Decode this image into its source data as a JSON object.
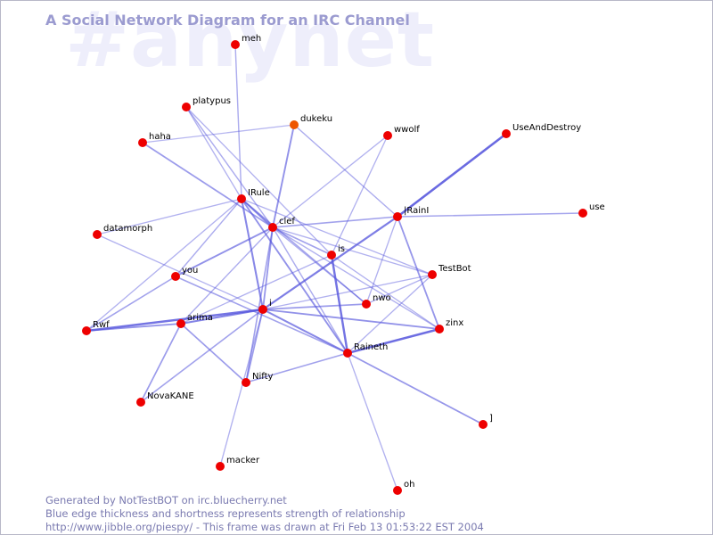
{
  "title": "A Social Network Diagram for an IRC Channel",
  "watermark": "#anynet",
  "footer": {
    "line1": "Generated by NotTestBOT on irc.bluecherry.net",
    "line2": "Blue edge thickness and shortness represents strength of relationship",
    "line3": "http://www.jibble.org/piespy/ - This frame was drawn at Fri Feb 13 01:53:22 EST 2004"
  },
  "colors": {
    "node": "#ee0000",
    "node_highlight": "#ee5500",
    "edge": "#5555dd",
    "title": "#9b9bd0",
    "watermark": "#eeeefb",
    "footer": "#7a7ab0"
  },
  "nodes": [
    {
      "id": "meh",
      "label": "meh"
    },
    {
      "id": "platypus",
      "label": "platypus"
    },
    {
      "id": "dukeku",
      "label": "dukeku",
      "highlight": true
    },
    {
      "id": "wwolf",
      "label": "wwolf"
    },
    {
      "id": "UseAndDestroy",
      "label": "UseAndDestroy"
    },
    {
      "id": "haha",
      "label": "haha"
    },
    {
      "id": "IRule",
      "label": "IRule"
    },
    {
      "id": "IRainI",
      "label": "|RainI"
    },
    {
      "id": "use",
      "label": "use"
    },
    {
      "id": "clef",
      "label": "clef"
    },
    {
      "id": "datamorph",
      "label": "datamorph"
    },
    {
      "id": "is",
      "label": "is"
    },
    {
      "id": "TestBot",
      "label": "TestBot"
    },
    {
      "id": "you",
      "label": "you"
    },
    {
      "id": "nwo",
      "label": "nwo"
    },
    {
      "id": "i",
      "label": "i"
    },
    {
      "id": "Rwf",
      "label": "Rwf"
    },
    {
      "id": "arima",
      "label": "arima"
    },
    {
      "id": "zinx",
      "label": "zinx"
    },
    {
      "id": "Raineth",
      "label": "Raineth"
    },
    {
      "id": "Nifty",
      "label": "Nifty"
    },
    {
      "id": "NovaKANE",
      "label": "NovaKANE"
    },
    {
      "id": "J",
      "label": "]"
    },
    {
      "id": "macker",
      "label": "macker"
    },
    {
      "id": "oh",
      "label": "oh"
    }
  ],
  "edges": [
    {
      "from": "meh",
      "to": "IRule",
      "strength": 0.35
    },
    {
      "from": "platypus",
      "to": "clef",
      "strength": 0.35
    },
    {
      "from": "platypus",
      "to": "is",
      "strength": 0.3
    },
    {
      "from": "platypus",
      "to": "IRule",
      "strength": 0.3
    },
    {
      "from": "haha",
      "to": "dukeku",
      "strength": 0.25
    },
    {
      "from": "haha",
      "to": "clef",
      "strength": 0.5
    },
    {
      "from": "dukeku",
      "to": "clef",
      "strength": 0.6
    },
    {
      "from": "dukeku",
      "to": "IRainI",
      "strength": 0.35
    },
    {
      "from": "wwolf",
      "to": "clef",
      "strength": 0.3
    },
    {
      "from": "wwolf",
      "to": "is",
      "strength": 0.3
    },
    {
      "from": "UseAndDestroy",
      "to": "IRainI",
      "strength": 1.0
    },
    {
      "from": "IRule",
      "to": "clef",
      "strength": 0.7
    },
    {
      "from": "IRule",
      "to": "i",
      "strength": 0.7
    },
    {
      "from": "IRule",
      "to": "Raineth",
      "strength": 0.6
    },
    {
      "from": "IRule",
      "to": "nwo",
      "strength": 0.4
    },
    {
      "from": "IRule",
      "to": "you",
      "strength": 0.35
    },
    {
      "from": "IRule",
      "to": "TestBot",
      "strength": 0.3
    },
    {
      "from": "IRule",
      "to": "Rwf",
      "strength": 0.3
    },
    {
      "from": "datamorph",
      "to": "IRule",
      "strength": 0.3
    },
    {
      "from": "datamorph",
      "to": "i",
      "strength": 0.3
    },
    {
      "from": "clef",
      "to": "IRainI",
      "strength": 0.45
    },
    {
      "from": "clef",
      "to": "is",
      "strength": 0.45
    },
    {
      "from": "clef",
      "to": "you",
      "strength": 0.6
    },
    {
      "from": "clef",
      "to": "i",
      "strength": 0.55
    },
    {
      "from": "clef",
      "to": "arima",
      "strength": 0.35
    },
    {
      "from": "clef",
      "to": "Nifty",
      "strength": 0.45
    },
    {
      "from": "clef",
      "to": "Raineth",
      "strength": 0.35
    },
    {
      "from": "clef",
      "to": "nwo",
      "strength": 0.35
    },
    {
      "from": "clef",
      "to": "TestBot",
      "strength": 0.3
    },
    {
      "from": "clef",
      "to": "zinx",
      "strength": 0.3
    },
    {
      "from": "IRainI",
      "to": "use",
      "strength": 0.4
    },
    {
      "from": "IRainI",
      "to": "i",
      "strength": 0.8
    },
    {
      "from": "IRainI",
      "to": "zinx",
      "strength": 0.55
    },
    {
      "from": "IRainI",
      "to": "nwo",
      "strength": 0.3
    },
    {
      "from": "is",
      "to": "Raineth",
      "strength": 0.9
    },
    {
      "from": "is",
      "to": "arima",
      "strength": 0.3
    },
    {
      "from": "is",
      "to": "zinx",
      "strength": 0.3
    },
    {
      "from": "TestBot",
      "to": "i",
      "strength": 0.3
    },
    {
      "from": "TestBot",
      "to": "Raineth",
      "strength": 0.3
    },
    {
      "from": "TestBot",
      "to": "nwo",
      "strength": 0.3
    },
    {
      "from": "you",
      "to": "Rwf",
      "strength": 0.45
    },
    {
      "from": "you",
      "to": "Raineth",
      "strength": 0.45
    },
    {
      "from": "i",
      "to": "Rwf",
      "strength": 0.9
    },
    {
      "from": "i",
      "to": "arima",
      "strength": 0.75
    },
    {
      "from": "i",
      "to": "nwo",
      "strength": 0.5
    },
    {
      "from": "i",
      "to": "zinx",
      "strength": 0.6
    },
    {
      "from": "i",
      "to": "Raineth",
      "strength": 0.7
    },
    {
      "from": "i",
      "to": "Nifty",
      "strength": 0.5
    },
    {
      "from": "i",
      "to": "NovaKANE",
      "strength": 0.45
    },
    {
      "from": "i",
      "to": "macker",
      "strength": 0.3
    },
    {
      "from": "Rwf",
      "to": "arima",
      "strength": 0.6
    },
    {
      "from": "arima",
      "to": "Nifty",
      "strength": 0.5
    },
    {
      "from": "arima",
      "to": "NovaKANE",
      "strength": 0.5
    },
    {
      "from": "zinx",
      "to": "Raineth",
      "strength": 0.95
    },
    {
      "from": "Raineth",
      "to": "Nifty",
      "strength": 0.45
    },
    {
      "from": "Raineth",
      "to": "J",
      "strength": 0.55
    },
    {
      "from": "Raineth",
      "to": "oh",
      "strength": 0.3
    }
  ]
}
